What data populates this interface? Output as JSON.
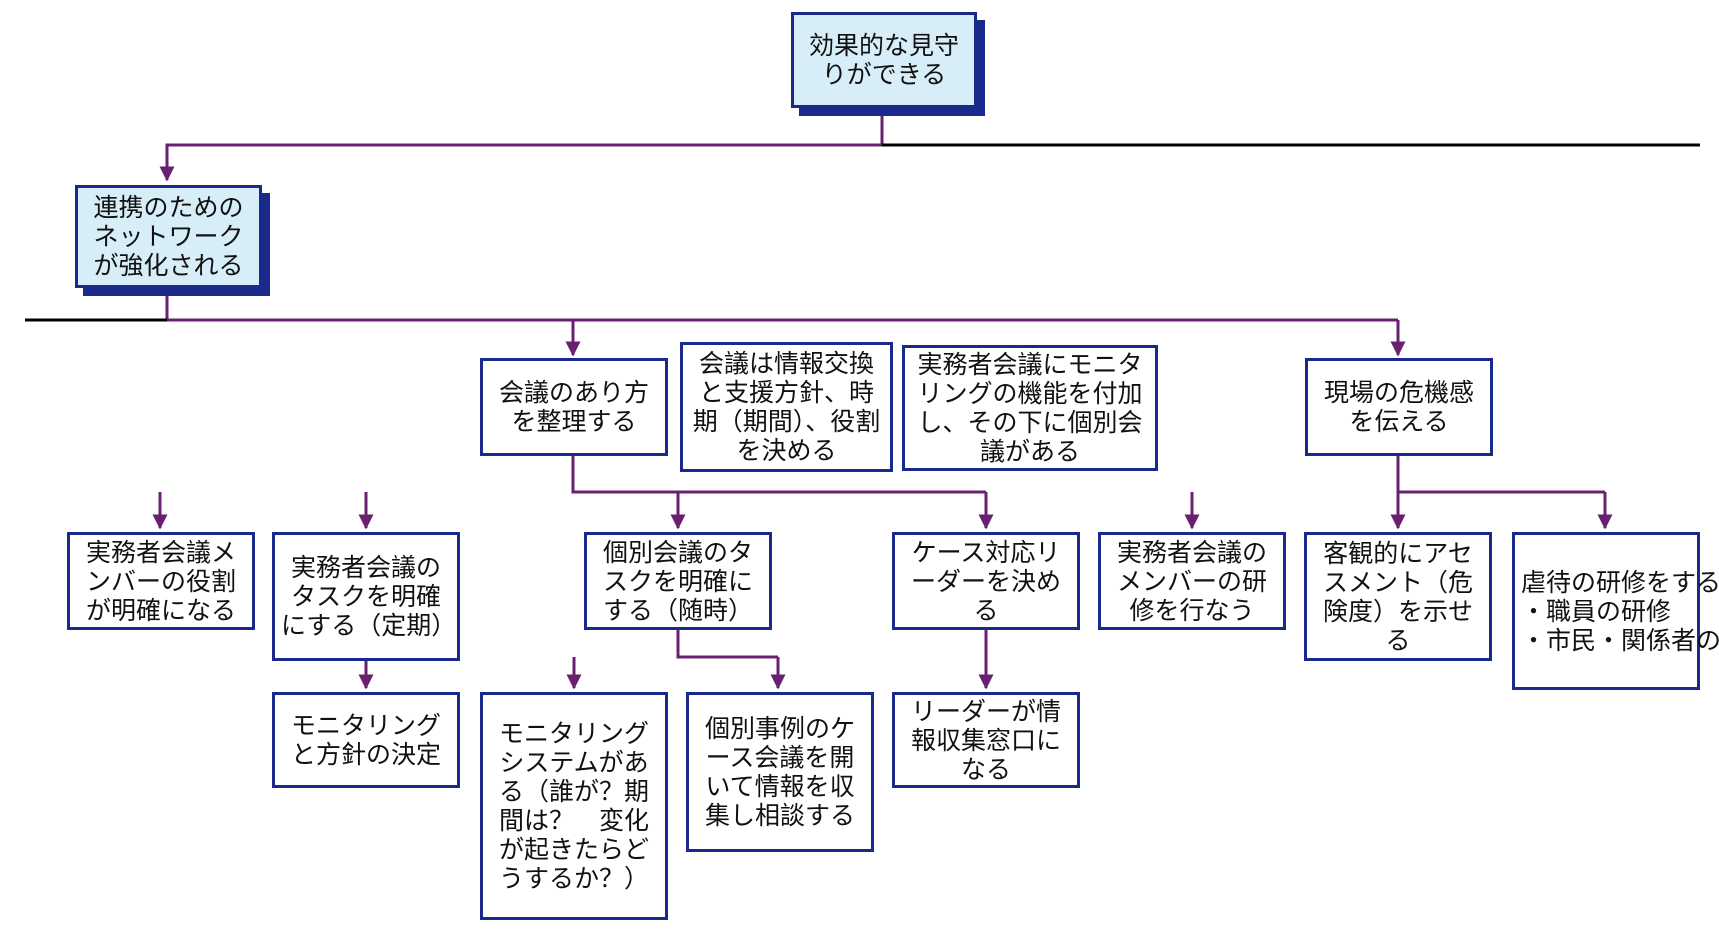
{
  "colors": {
    "connector": "#6a2070",
    "border": "#1a2a8c",
    "highlight": "#d7eef8",
    "rule": "#000000"
  },
  "nodes": {
    "root": "効果的な見守りができる",
    "network": "連携のためのネットワークが強化される",
    "meeting_style": "会議のあり方を整理する",
    "note_meeting_roles": "会議は情報交換と支援方針、時期（期間）、役割を決める",
    "note_monitoring": "実務者会議にモニタリングの機能を付加し、その下に個別会議がある",
    "crisis": "現場の危機感を伝える",
    "member_roles": "実務者会議メンバーの役割が明確になる",
    "practitioner_tasks": "実務者会議のタスクを明確にする（定期）",
    "individual_tasks": "個別会議のタスクを明確にする（随時）",
    "case_leader": "ケース対応リーダーを決める",
    "member_training": "実務者会議のメンバーの研修を行なう",
    "assessment": "客観的にアセスメント（危険度）を示せる",
    "abuse_training": "虐待の研修をする\n・職員の研修\n・市民・関係者の研修）",
    "monitoring_policy": "モニタリングと方針の決定",
    "monitoring_system": "モニタリングシステムがある（誰が？期間は？　変化が起きたらどうするか？）",
    "case_conference": "個別事例のケース会議を開いて情報を収集し相談する",
    "leader_contact": "リーダーが情報収集窓口になる"
  }
}
